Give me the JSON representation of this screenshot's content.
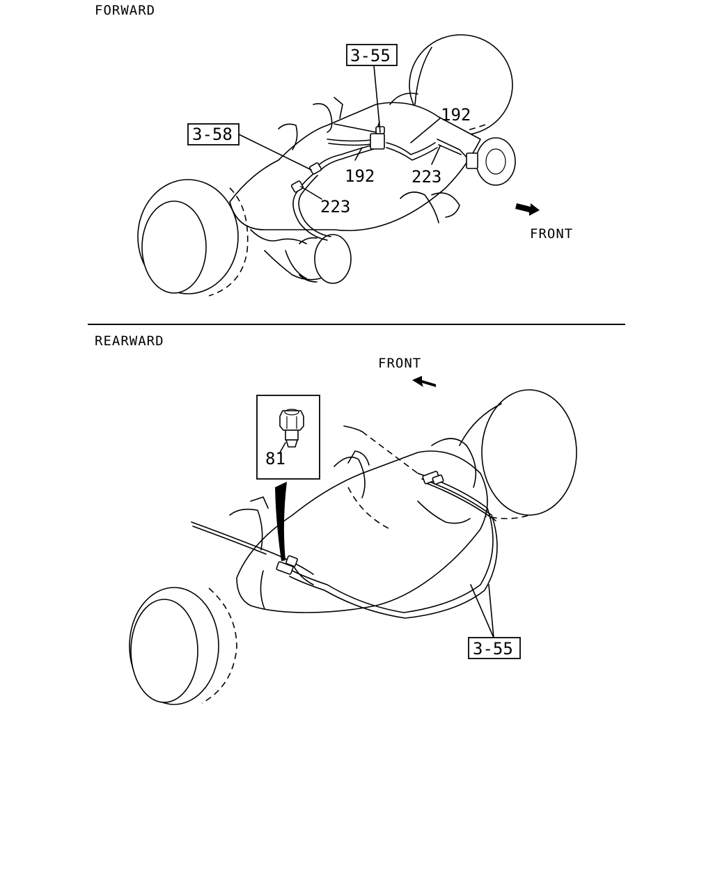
{
  "sections": {
    "forward": {
      "title": "FORWARD",
      "front_label": "FRONT"
    },
    "rearward": {
      "title": "REARWARD",
      "front_label": "FRONT"
    }
  },
  "callouts": {
    "forward_ref_3_55": "3-55",
    "forward_ref_3_58": "3-58",
    "forward_part_192_upper": "192",
    "forward_part_192_lower": "192",
    "forward_part_223_right": "223",
    "forward_part_223_left": "223",
    "rearward_part_81": "81",
    "rearward_ref_3_55": "3-55"
  }
}
